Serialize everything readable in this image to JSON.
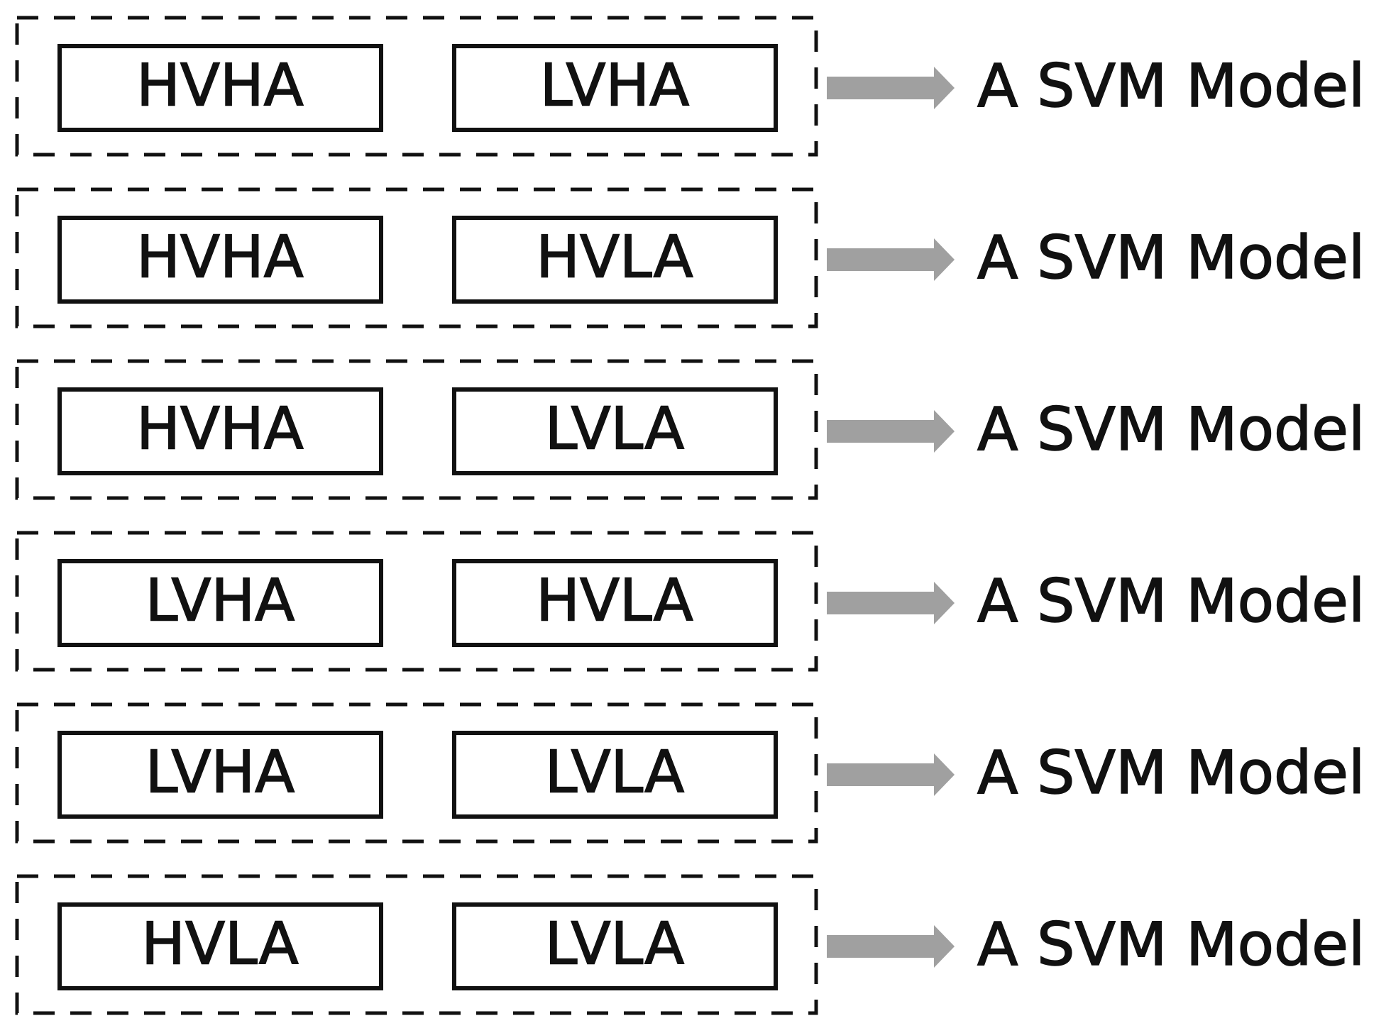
{
  "rows": [
    {
      "left": "HVHA",
      "right": "LVHA",
      "result": "A SVM Model"
    },
    {
      "left": "HVHA",
      "right": "HVLA",
      "result": "A SVM Model"
    },
    {
      "left": "HVHA",
      "right": "LVLA",
      "result": "A SVM Model"
    },
    {
      "left": "LVHA",
      "right": "HVLA",
      "result": "A SVM Model"
    },
    {
      "left": "LVHA",
      "right": "LVLA",
      "result": "A SVM Model"
    },
    {
      "left": "HVLA",
      "right": "LVLA",
      "result": "A SVM Model"
    }
  ],
  "colors": {
    "box_stroke": "#111111",
    "arrow_fill": "#a0a0a0",
    "background": "#ffffff"
  },
  "icons": {
    "arrow": "right-arrow-icon"
  }
}
